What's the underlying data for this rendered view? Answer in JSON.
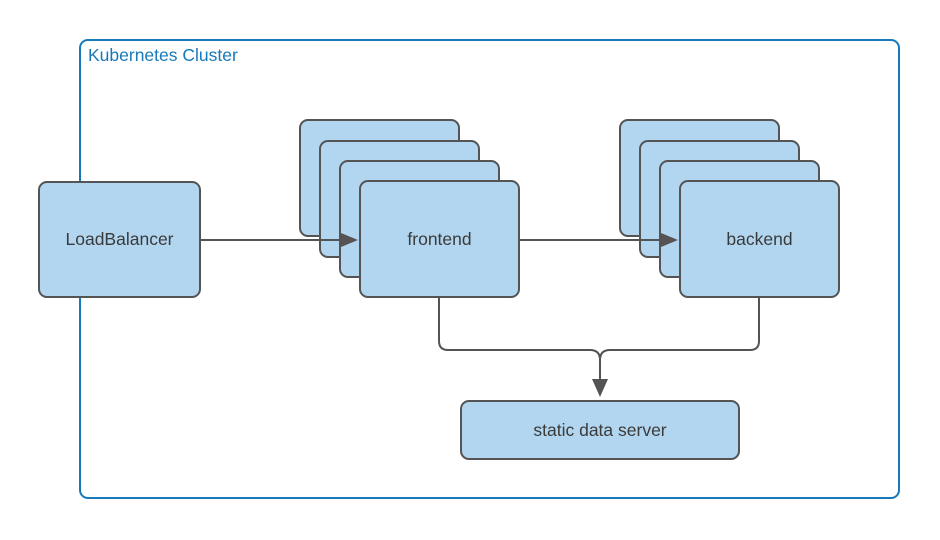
{
  "cluster": {
    "title": "Kubernetes Cluster"
  },
  "nodes": {
    "load_balancer": {
      "label": "LoadBalancer",
      "replicas": 1
    },
    "frontend": {
      "label": "frontend",
      "replicas": 4
    },
    "backend": {
      "label": "backend",
      "replicas": 4
    },
    "static_data_server": {
      "label": "static data server",
      "replicas": 1
    }
  },
  "edges": [
    {
      "from": "load_balancer",
      "to": "frontend",
      "arrow": true
    },
    {
      "from": "frontend",
      "to": "backend",
      "arrow": true
    },
    {
      "from": "frontend",
      "to": "static_data_server",
      "arrow": true
    },
    {
      "from": "backend",
      "to": "static_data_server",
      "arrow": true
    }
  ],
  "colors": {
    "cluster_border": "#1779ba",
    "node_fill": "#b3d6f0",
    "node_border": "#545454",
    "connector": "#545454",
    "text": "#3a3a3a"
  }
}
